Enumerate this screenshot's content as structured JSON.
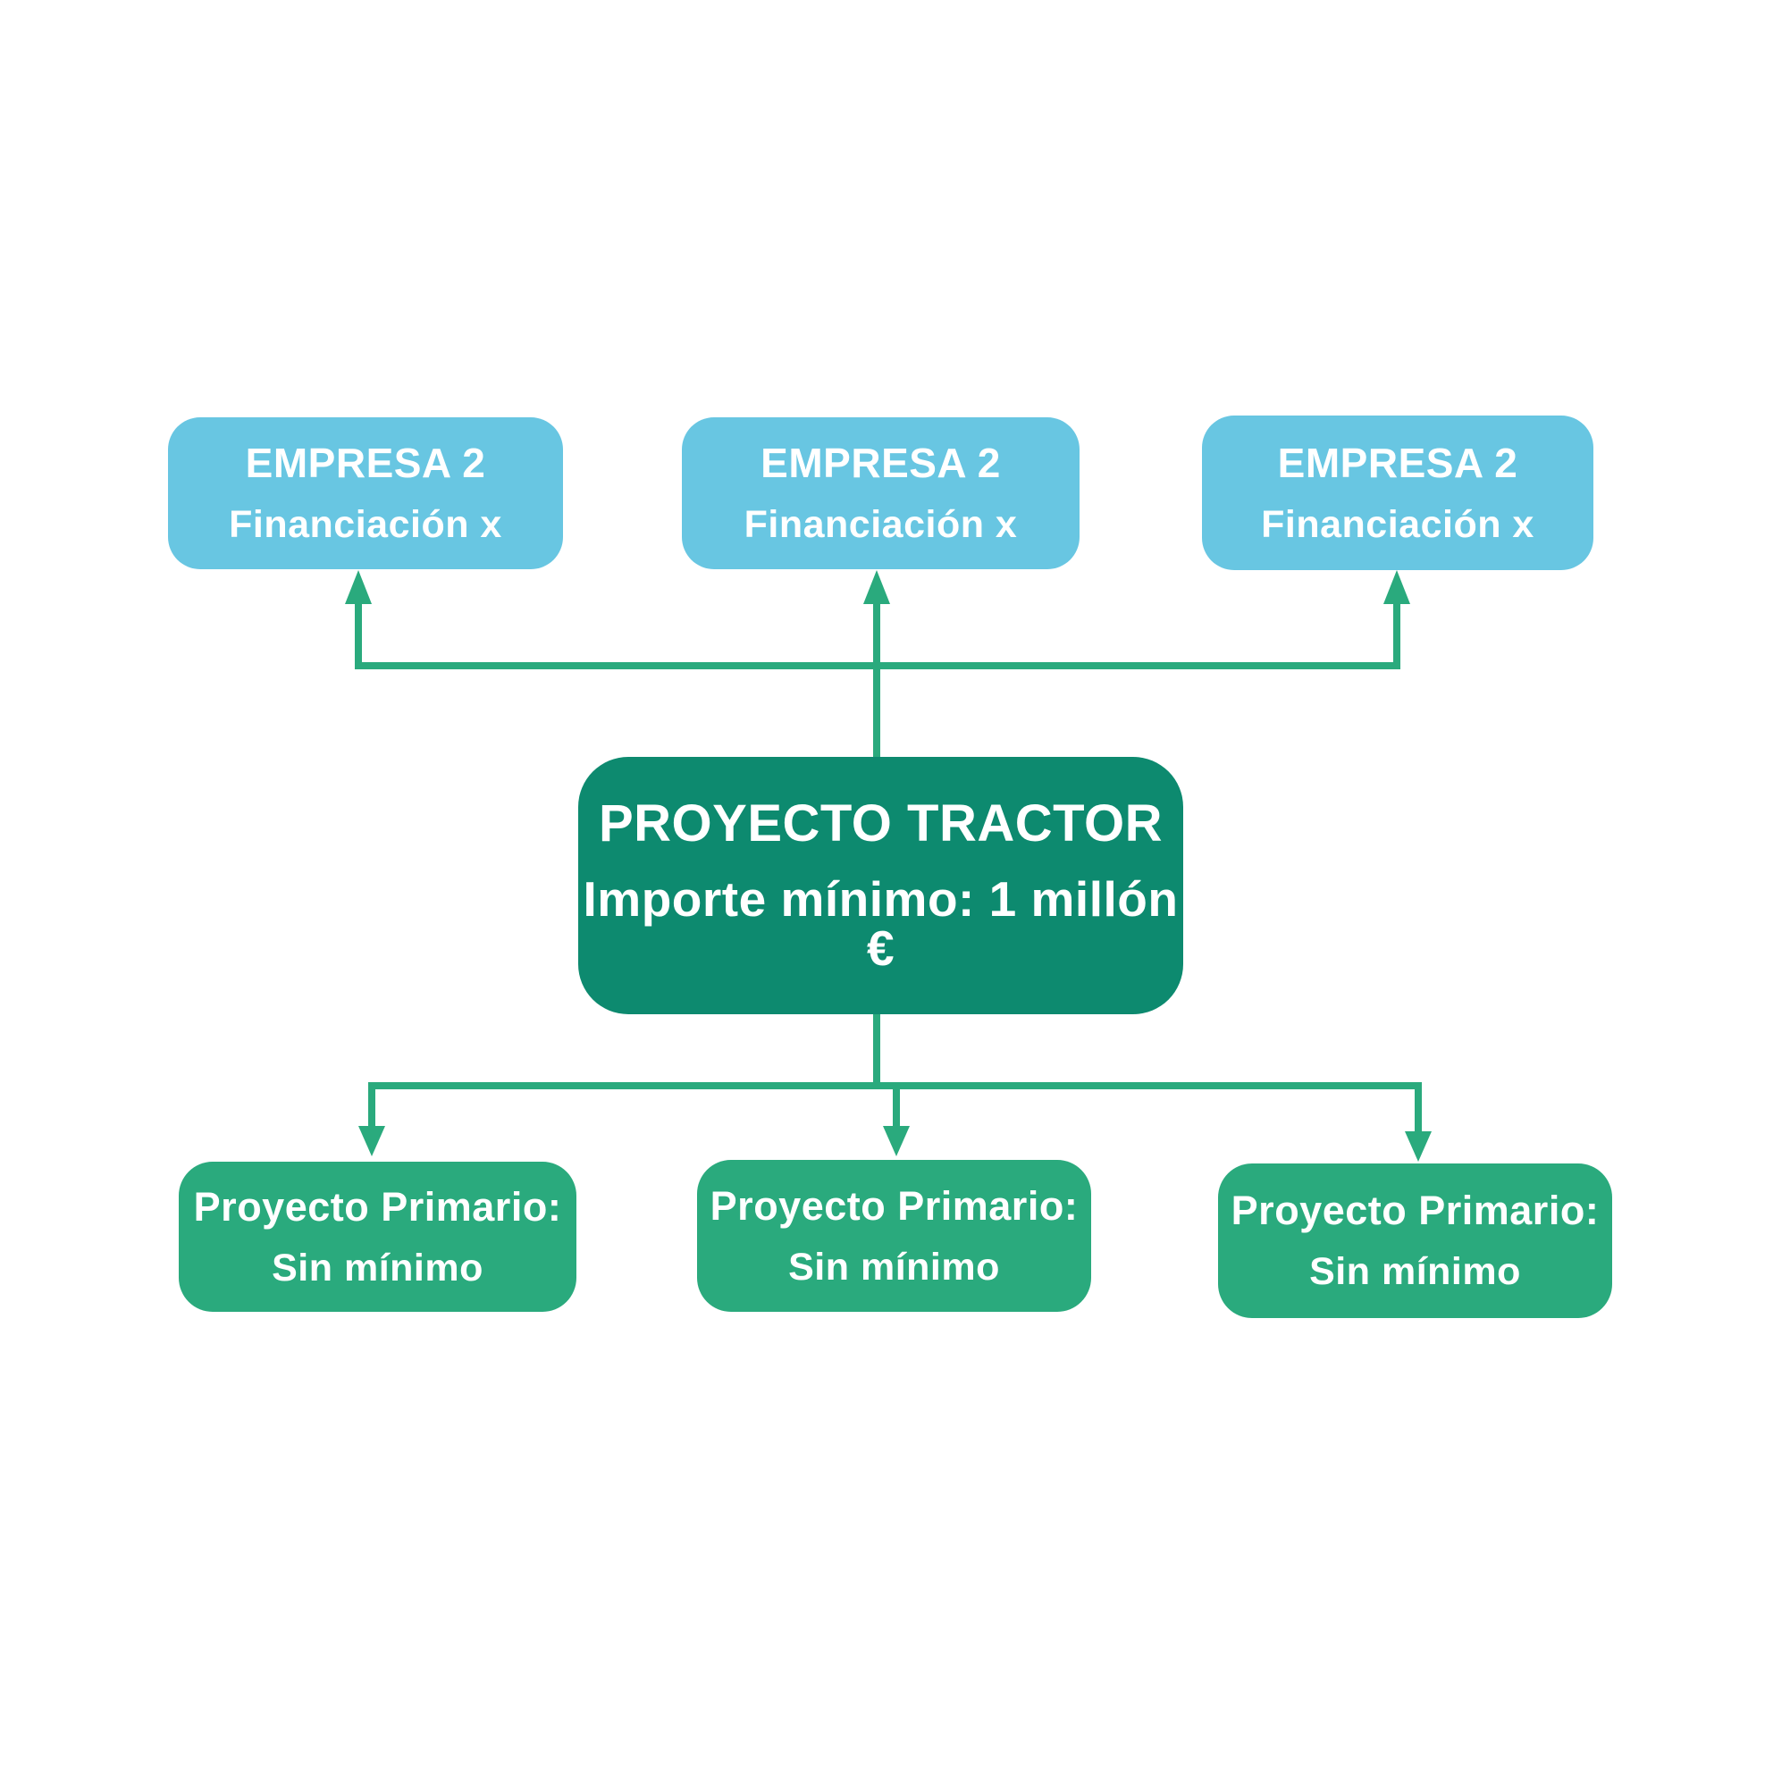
{
  "colors": {
    "background": "#ffffff",
    "top_box": "#68c6e2",
    "center_box": "#0d8a6f",
    "bottom_box": "#2aaa7d",
    "connector": "#2aaa7d",
    "box_text": "#ffffff"
  },
  "top_boxes": [
    {
      "title": "EMPRESA 2",
      "subtitle": "Financiación x"
    },
    {
      "title": "EMPRESA 2",
      "subtitle": "Financiación x"
    },
    {
      "title": "EMPRESA 2",
      "subtitle": "Financiación x"
    }
  ],
  "center_box": {
    "title": "PROYECTO TRACTOR",
    "subtitle": "Importe mínimo: 1 millón €"
  },
  "bottom_boxes": [
    {
      "title": "Proyecto Primario:",
      "subtitle": "Sin mínimo"
    },
    {
      "title": "Proyecto Primario:",
      "subtitle": "Sin mínimo"
    },
    {
      "title": "Proyecto Primario:",
      "subtitle": "Sin mínimo"
    }
  ]
}
